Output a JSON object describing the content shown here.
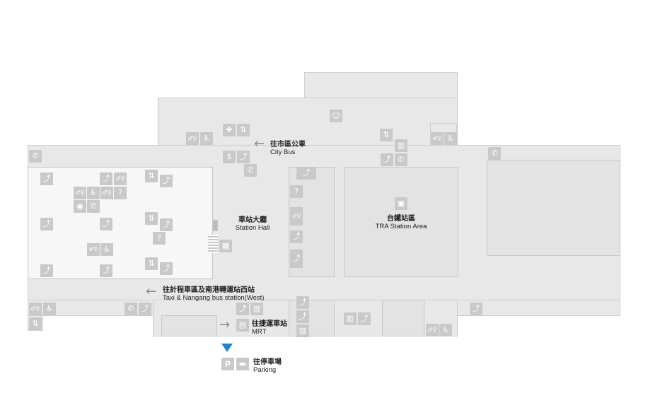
{
  "labels": {
    "city_bus": {
      "zh": "往市區公車",
      "en": "City Bus"
    },
    "station_hall": {
      "zh": "車站大廳",
      "en": "Station Hall"
    },
    "tra_area": {
      "zh": "台鐵站區",
      "en": "TRA Station Area"
    },
    "taxi": {
      "zh": "往計程車區及南港轉運站西站",
      "en": "Taxi & Nangang bus station(West)"
    },
    "mrt": {
      "zh": "往捷運車站",
      "en": "MRT"
    },
    "parking": {
      "zh": "往停車場",
      "en": "Parking"
    }
  },
  "icons": {
    "arrow_left": "←",
    "arrow_right": "→",
    "phone": "✆",
    "restroom": "♂♀",
    "accessible": "♿",
    "elevator": "⇅",
    "escalator": "⤴",
    "info": "?",
    "first_aid": "✚",
    "wifi": "◉",
    "atm": "$",
    "stairs": "▦",
    "train": "▣",
    "parking": "P",
    "car": "▬",
    "bus": "▤",
    "baby": "☺",
    "shop": "▥"
  },
  "colors": {
    "floor": "#e8e8e8",
    "hall_white": "#f7f7f7",
    "icon": "#c9c9c9",
    "marker": "#2185c5"
  }
}
